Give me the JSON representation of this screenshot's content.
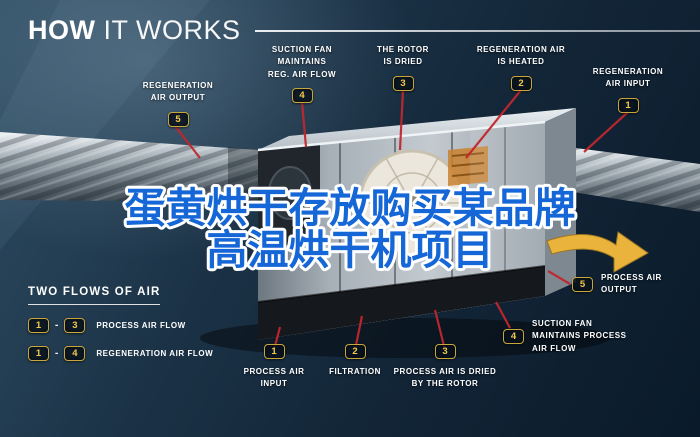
{
  "title": {
    "strong": "HOW",
    "light": "IT WORKS"
  },
  "overlay": {
    "line1": "蛋黄烘干存放购买某品牌",
    "line2": "高温烘干机项目"
  },
  "callouts": {
    "regen_output": {
      "badge": "5",
      "label": "REGENERATION\nAIR OUTPUT"
    },
    "suction_reg": {
      "badge": "4",
      "label": "SUCTION FAN\nMAINTAINS\nREG. AIR FLOW"
    },
    "rotor_dried": {
      "badge": "3",
      "label": "THE ROTOR\nIS DRIED"
    },
    "regen_heated": {
      "badge": "2",
      "label": "REGENERATION AIR\nIS HEATED"
    },
    "regen_input": {
      "badge": "1",
      "label": "REGENERATION\nAIR INPUT"
    },
    "process_output": {
      "badge": "5",
      "label": "PROCESS AIR\nOUTPUT"
    },
    "suction_process": {
      "badge": "4",
      "label": "SUCTION FAN\nMAINTAINS PROCESS\nAIR FLOW"
    },
    "process_dried": {
      "badge": "3",
      "label": "PROCESS AIR IS DRIED\nBY THE ROTOR"
    },
    "filtration": {
      "badge": "2",
      "label": "FILTRATION"
    },
    "process_input": {
      "badge": "1",
      "label": "PROCESS AIR\nINPUT"
    }
  },
  "legend": {
    "title": "TWO FLOWS OF AIR",
    "rows": [
      {
        "from": "1",
        "separator": "-",
        "to": "3",
        "label": "PROCESS AIR FLOW"
      },
      {
        "from": "1",
        "separator": "-",
        "to": "4",
        "label": "REGENERATION AIR FLOW"
      }
    ]
  },
  "colors": {
    "background": "#14293B",
    "badge_border": "#C9A63B",
    "badge_text": "#F2C94C",
    "connector_red": "#C1272D",
    "overlay_blue": "#1566D6",
    "arrow_yellow": "#E9B33C"
  }
}
